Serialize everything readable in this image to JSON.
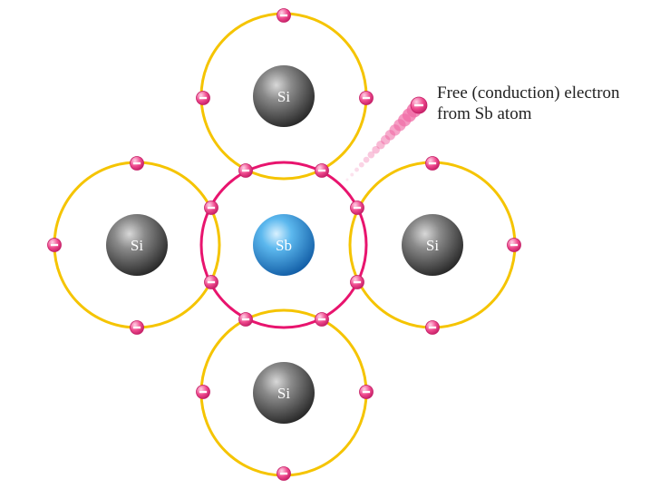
{
  "diagram": {
    "caption": {
      "line1": "Free (conduction) electron",
      "line2": "from Sb atom"
    },
    "atoms": [
      {
        "id": "center",
        "label": "Sb",
        "kind": "dopant"
      },
      {
        "id": "top",
        "label": "Si",
        "kind": "host"
      },
      {
        "id": "left",
        "label": "Si",
        "kind": "host"
      },
      {
        "id": "right",
        "label": "Si",
        "kind": "host"
      },
      {
        "id": "bottom",
        "label": "Si",
        "kind": "host"
      }
    ],
    "electron_sign": "−"
  },
  "colors": {
    "si_orbit": "#f5c400",
    "sb_orbit": "#e8146e",
    "electron": "#ef4a8e",
    "si_atom": "#555555",
    "sb_atom": "#3a9ee0",
    "free_trail": "#f06ca6"
  }
}
